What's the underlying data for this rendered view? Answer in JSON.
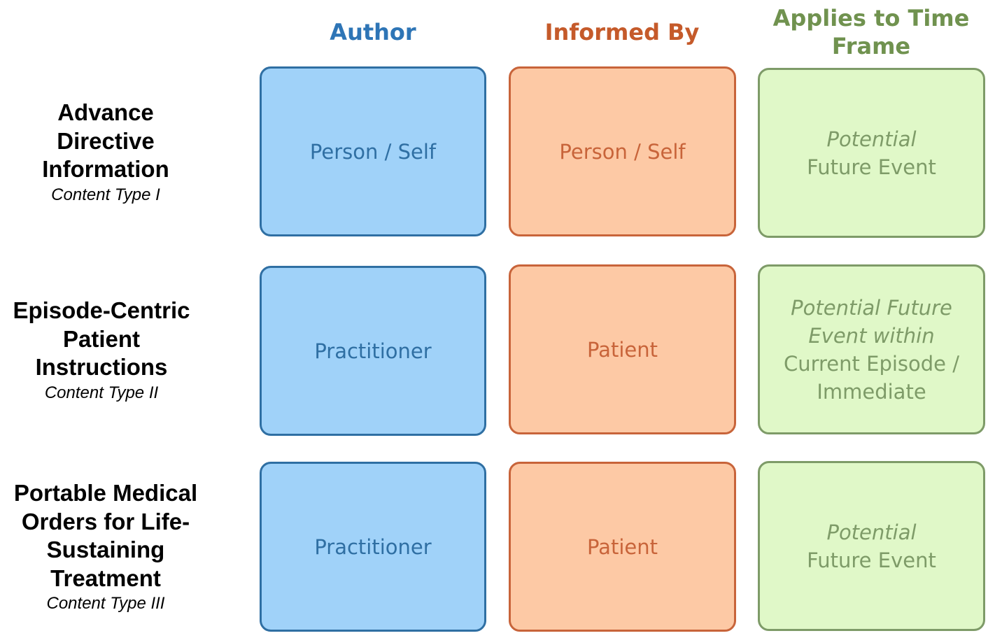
{
  "columns": {
    "author": {
      "label": "Author",
      "color": "#2e75b6"
    },
    "informed_by": {
      "label": "Informed By",
      "color": "#c55a2a"
    },
    "time_frame": {
      "label_line1": "Applies to Time",
      "label_line2": "Frame",
      "color": "#70924f"
    }
  },
  "rows": [
    {
      "title_lines": [
        "Advance",
        "Directive",
        "Information"
      ],
      "subtitle": "Content Type I",
      "author": "Person / Self",
      "informed_by": "Person / Self",
      "time_frame": {
        "italic_lines": [
          "Potential"
        ],
        "plain_lines": [
          "Future Event"
        ]
      }
    },
    {
      "title_lines": [
        "Episode-Centric",
        "Patient",
        "Instructions"
      ],
      "subtitle": "Content Type II",
      "author": "Practitioner",
      "informed_by": "Patient",
      "time_frame": {
        "italic_lines": [
          "Potential Future",
          "Event within"
        ],
        "plain_lines": [
          "Current Episode /",
          "Immediate"
        ]
      }
    },
    {
      "title_lines": [
        "Portable Medical",
        "Orders for Life-",
        "Sustaining",
        "Treatment"
      ],
      "subtitle": "Content Type III",
      "author": "Practitioner",
      "informed_by": "Patient",
      "time_frame": {
        "italic_lines": [
          "Potential"
        ],
        "plain_lines": [
          "Future Event"
        ]
      }
    }
  ]
}
